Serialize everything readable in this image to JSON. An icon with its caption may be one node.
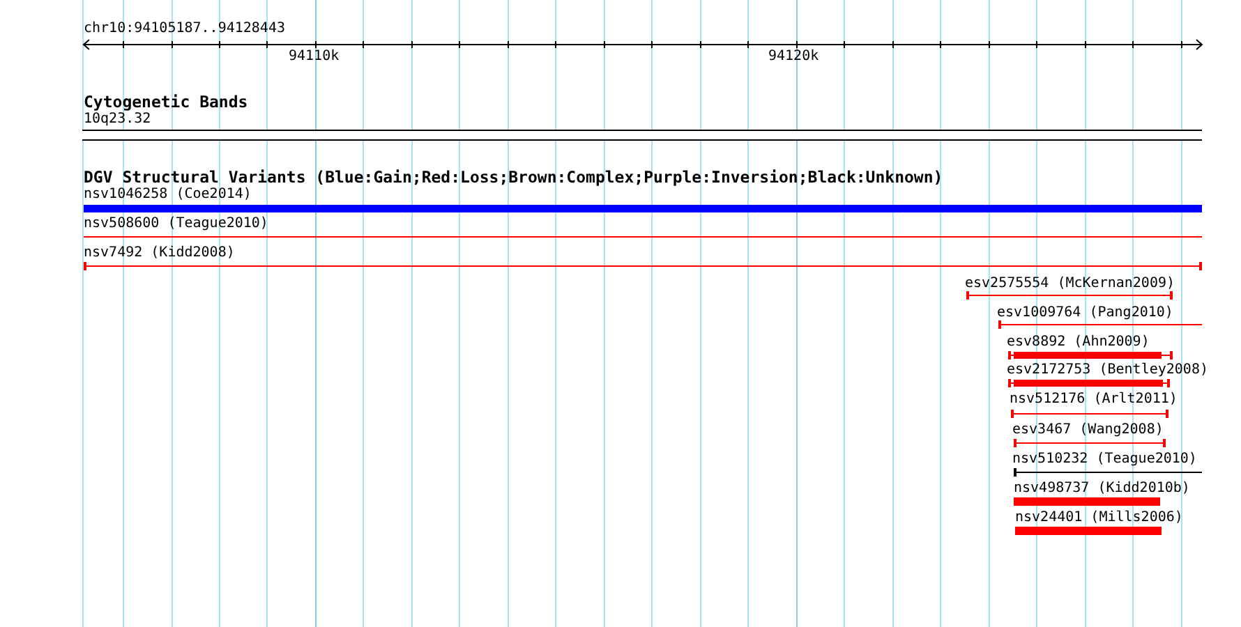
{
  "diagram": {
    "nodes": [
      {
        "text": [
          "10q23.32"
        ]
      },
      {
        "text": [
          "nsv1046258 (Coe2014)"
        ]
      },
      {
        "text": [
          "nsv508600 (Teague2010)"
        ]
      },
      {
        "text": [
          "nsv7492 (Kidd2008)"
        ]
      },
      {
        "text": [
          "esv2575554 (McKernan2009)"
        ]
      },
      {
        "text": [
          "esv1009764 (Pang2010)"
        ]
      },
      {
        "text": [
          "esv8892 (Ahn2009)"
        ]
      },
      {
        "text": [
          "esv2172753 (Bentley2008)"
        ]
      },
      {
        "text": [
          "nsv512176 (Arlt2011)"
        ]
      },
      {
        "text": [
          "esv3467 (Wang2008)"
        ]
      },
      {
        "text": [
          "nsv510232 (Teague2010)"
        ]
      },
      {
        "text": [
          "nsv498737 (Kidd2010b)"
        ]
      },
      {
        "text": [
          "nsv24401 (Mills2006)"
        ]
      }
    ],
    "labels": [
      "chr10:94105187..94128443",
      "94110k",
      "94120k",
      "Cytogenetic Bands",
      "DGV Structural Variants (Blue:Gain;Red:Loss;Brown:Complex;Purple:Inversion;Black:Unknown)"
    ]
  }
}
